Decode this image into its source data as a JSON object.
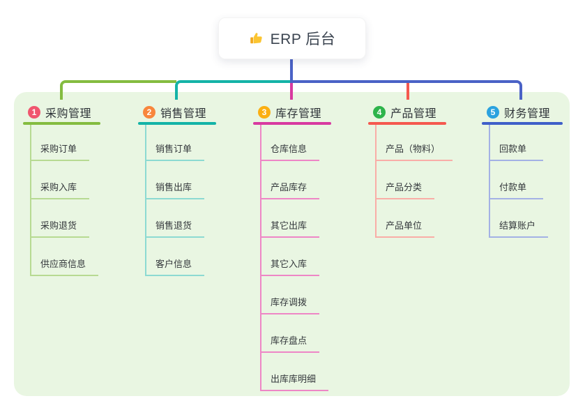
{
  "page": {
    "background": "#ffffff",
    "panel_background": "#e9f6e2"
  },
  "root": {
    "icon": "thumbs-up-icon",
    "title": "ERP 后台",
    "trunk_color": "#4a62c6"
  },
  "branches": [
    {
      "index": "1",
      "title": "采购管理",
      "badge_color": "#f0566e",
      "line_color": "#84bc40",
      "child_line_color": "#b7da92",
      "children": [
        "采购订单",
        "采购入库",
        "采购退货",
        "供应商信息"
      ]
    },
    {
      "index": "2",
      "title": "销售管理",
      "badge_color": "#f8863c",
      "line_color": "#14b3a7",
      "child_line_color": "#8cdad2",
      "children": [
        "销售订单",
        "销售出库",
        "销售退货",
        "客户信息"
      ]
    },
    {
      "index": "3",
      "title": "库存管理",
      "badge_color": "#fbaf12",
      "line_color": "#d83aa0",
      "child_line_color": "#ee86c6",
      "children": [
        "仓库信息",
        "产品库存",
        "其它出库",
        "其它入库",
        "库存调拨",
        "库存盘点",
        "出库库明细"
      ]
    },
    {
      "index": "4",
      "title": "产品管理",
      "badge_color": "#2eb44b",
      "line_color": "#f5594f",
      "child_line_color": "#f9ada7",
      "children": [
        "产品（物料）",
        "产品分类",
        "产品单位"
      ]
    },
    {
      "index": "5",
      "title": "财务管理",
      "badge_color": "#2ba2df",
      "line_color": "#3f5fc9",
      "child_line_color": "#a3b1e5",
      "children": [
        "回款单",
        "付款单",
        "结算账户"
      ]
    }
  ]
}
